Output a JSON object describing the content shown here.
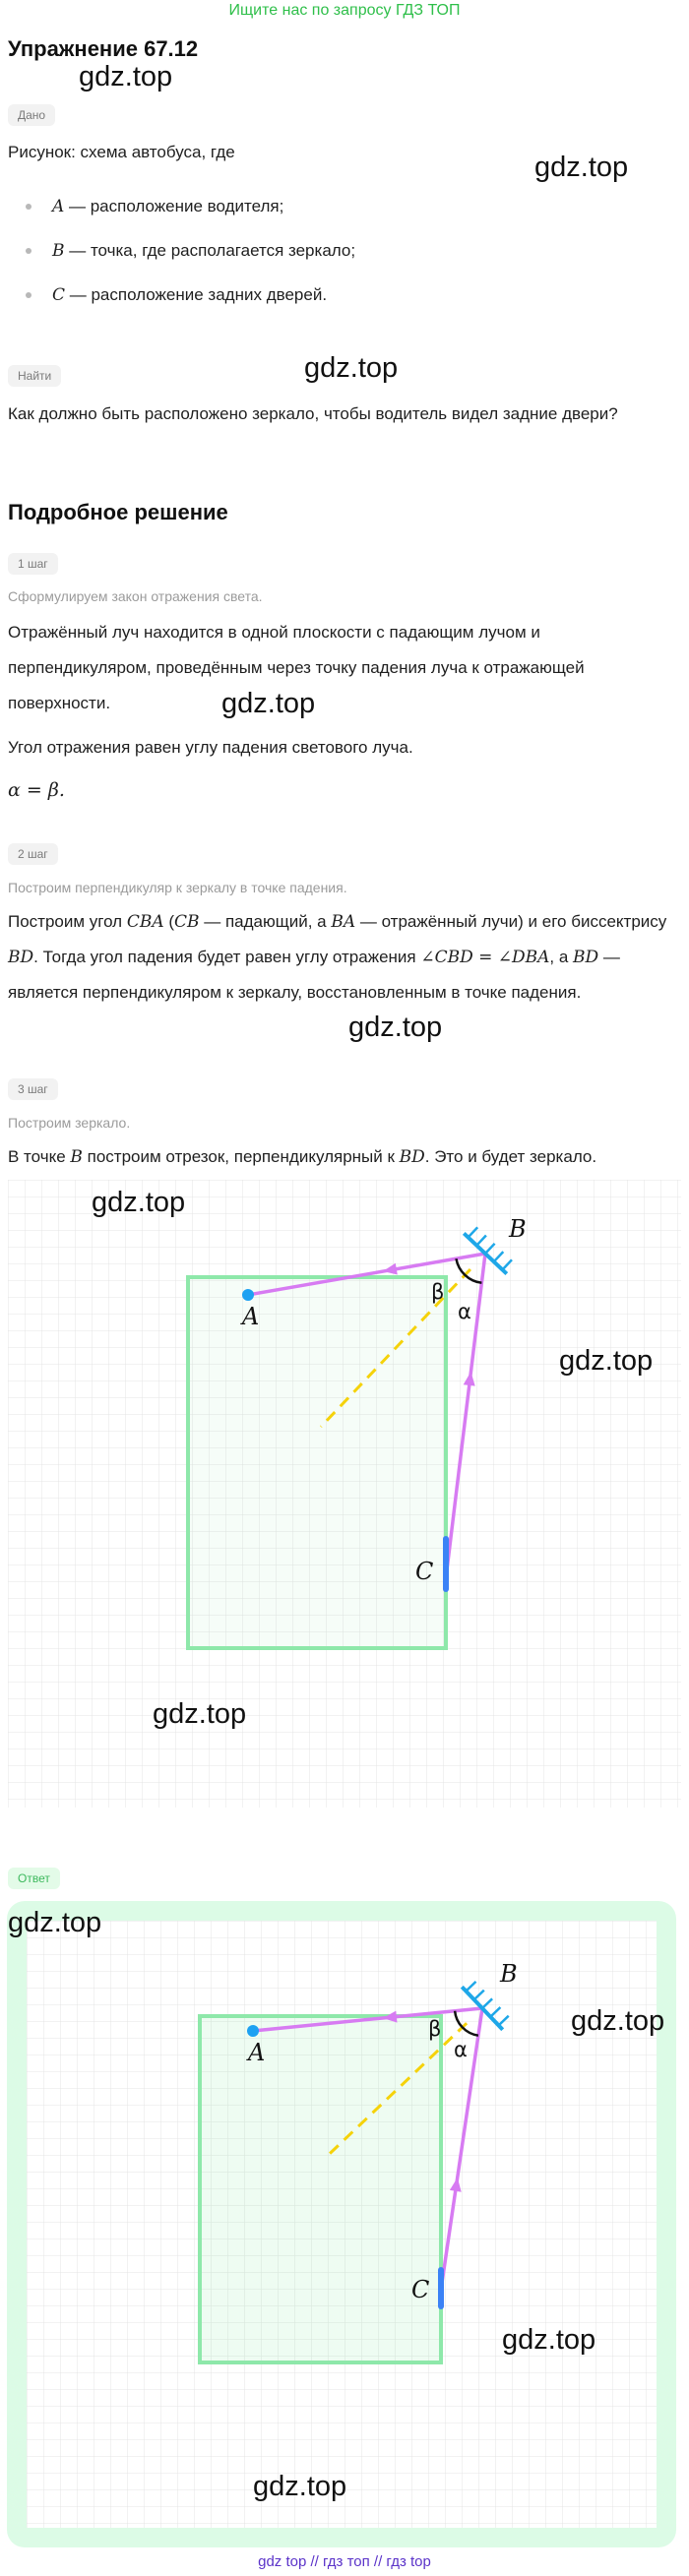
{
  "banner": "Ищите нас по запросу ГДЗ ТОП",
  "title": "Упражнение 67.12",
  "watermark": "gdz.top",
  "given": {
    "badge": "Дано",
    "intro": "Рисунок: схема автобуса, где",
    "items": [
      {
        "var": "A",
        "text": " — расположение водителя;"
      },
      {
        "var": "B",
        "text": " — точка, где располагается зеркало;"
      },
      {
        "var": "C",
        "text": " — расположение задних дверей."
      }
    ]
  },
  "find": {
    "badge": "Найти",
    "question": "Как должно быть расположено зеркало, чтобы водитель видел задние двери?"
  },
  "solution": {
    "heading": "Подробное решение",
    "steps": [
      {
        "badge": "1 шаг",
        "subtitle": "Сформулируем закон отражения света.",
        "text": "Отражённый луч находится в одной плоскости с падающим лучом и перпендикуляром, проведённым через точку падения луча к отражающей поверхности.",
        "text2": "Угол отражения равен углу падения светового луча.",
        "formula": "α = β."
      },
      {
        "badge": "2 шаг",
        "subtitle": "Построим перпендикуляр к зеркалу в точке падения.",
        "segments": [
          "Построим угол ",
          "CBA",
          " (",
          "CB",
          " — падающий, а ",
          "BA",
          " — отражённый лучи) и его биссектрису ",
          "BD",
          ". Тогда угол падения будет равен углу отражения ",
          "∠CBD = ∠DBA",
          ", а ",
          "BD",
          " — является перпендикуляром к зеркалу, восстановленным в точке падения."
        ]
      },
      {
        "badge": "3 шаг",
        "subtitle": "Построим зеркало.",
        "segments": [
          "В точке ",
          "B",
          " построим отрезок, перпендикулярный к ",
          "BD",
          ". Это и будет зеркало."
        ]
      }
    ]
  },
  "figure": {
    "point_labels": {
      "driver": "A",
      "mirror": "B",
      "doors": "C"
    },
    "angle_labels": {
      "incidence": "α",
      "reflection": "β"
    }
  },
  "answer": {
    "badge": "Ответ"
  },
  "footer": "gdz top // гдз топ // гдз top",
  "colors": {
    "banner": "#2fbf4a",
    "bus_outline": "#8ee8aa",
    "ray": "#d77bf2",
    "mirror": "#1ea7e8",
    "doors": "#3b82f6",
    "driver": "#1da1f2",
    "bisector": "#f5d20a",
    "answer_background": "#dcfbe6",
    "footer": "#5b33c9"
  }
}
